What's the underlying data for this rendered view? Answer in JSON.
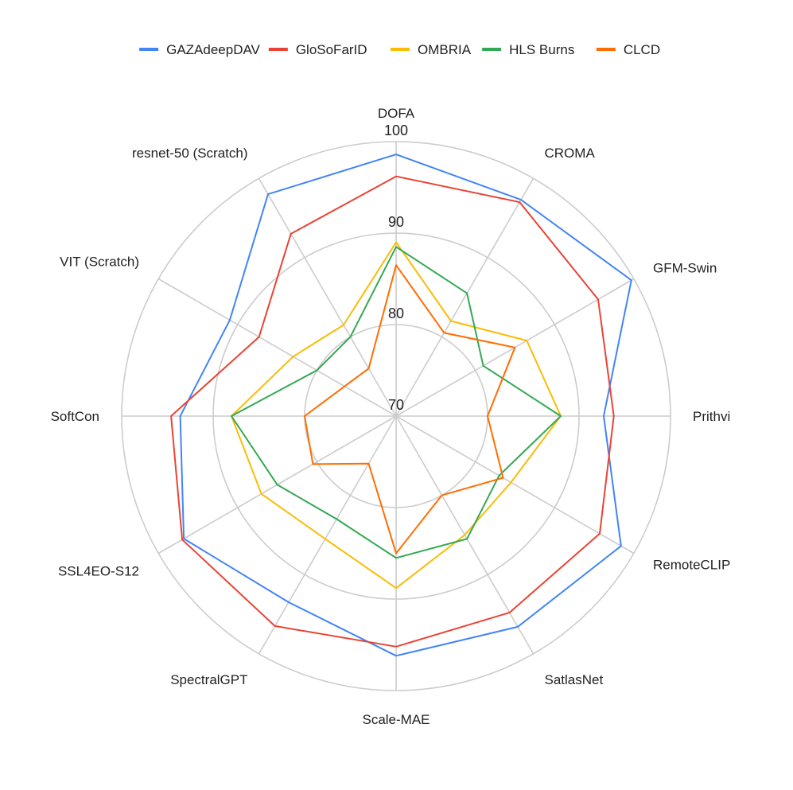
{
  "chart_data": {
    "type": "radar",
    "axes": [
      "DOFA",
      "CROMA",
      "GFM-Swin",
      "Prithvi",
      "RemoteCLIP",
      "SatlasNet",
      "Scale-MAE",
      "SpectralGPT",
      "SSL4EO-S12",
      "SoftCon",
      "VIT (Scratch)",
      "resnet-50 (Scratch)"
    ],
    "rlim": [
      70,
      100
    ],
    "ticks": [
      70,
      80,
      90,
      100
    ],
    "tick_labels": [
      "70",
      "80",
      "90",
      "100"
    ],
    "grid": true,
    "legend_position": "top",
    "series": [
      {
        "name": "GAZAdeepDAV",
        "color": "#4285f4",
        "values": [
          98.6,
          97.3,
          99.7,
          92.7,
          98.4,
          96.6,
          96.2,
          93.5,
          96.8,
          93.6,
          91.0,
          98.0
        ]
      },
      {
        "name": "GloSoFarID",
        "color": "#ea4335",
        "values": [
          96.2,
          97.0,
          95.5,
          93.8,
          95.7,
          94.8,
          95.2,
          96.5,
          97.0,
          94.6,
          87.3,
          93.0
        ]
      },
      {
        "name": "OMBRIA",
        "color": "#fbbc04",
        "values": [
          89.0,
          82.0,
          86.5,
          88.0,
          84.5,
          85.0,
          88.8,
          85.5,
          87.0,
          88.0,
          83.0,
          81.5
        ]
      },
      {
        "name": "HLS Burns",
        "color": "#34a853",
        "values": [
          88.5,
          85.5,
          81.0,
          88.0,
          83.0,
          85.5,
          85.5,
          83.0,
          85.0,
          88.0,
          80.0,
          80.0
        ]
      },
      {
        "name": "CLCD",
        "color": "#ff6d01",
        "values": [
          86.5,
          80.5,
          85.0,
          80.0,
          83.5,
          80.0,
          85.0,
          76.0,
          80.5,
          80.0,
          76.5,
          76.0
        ]
      }
    ]
  }
}
